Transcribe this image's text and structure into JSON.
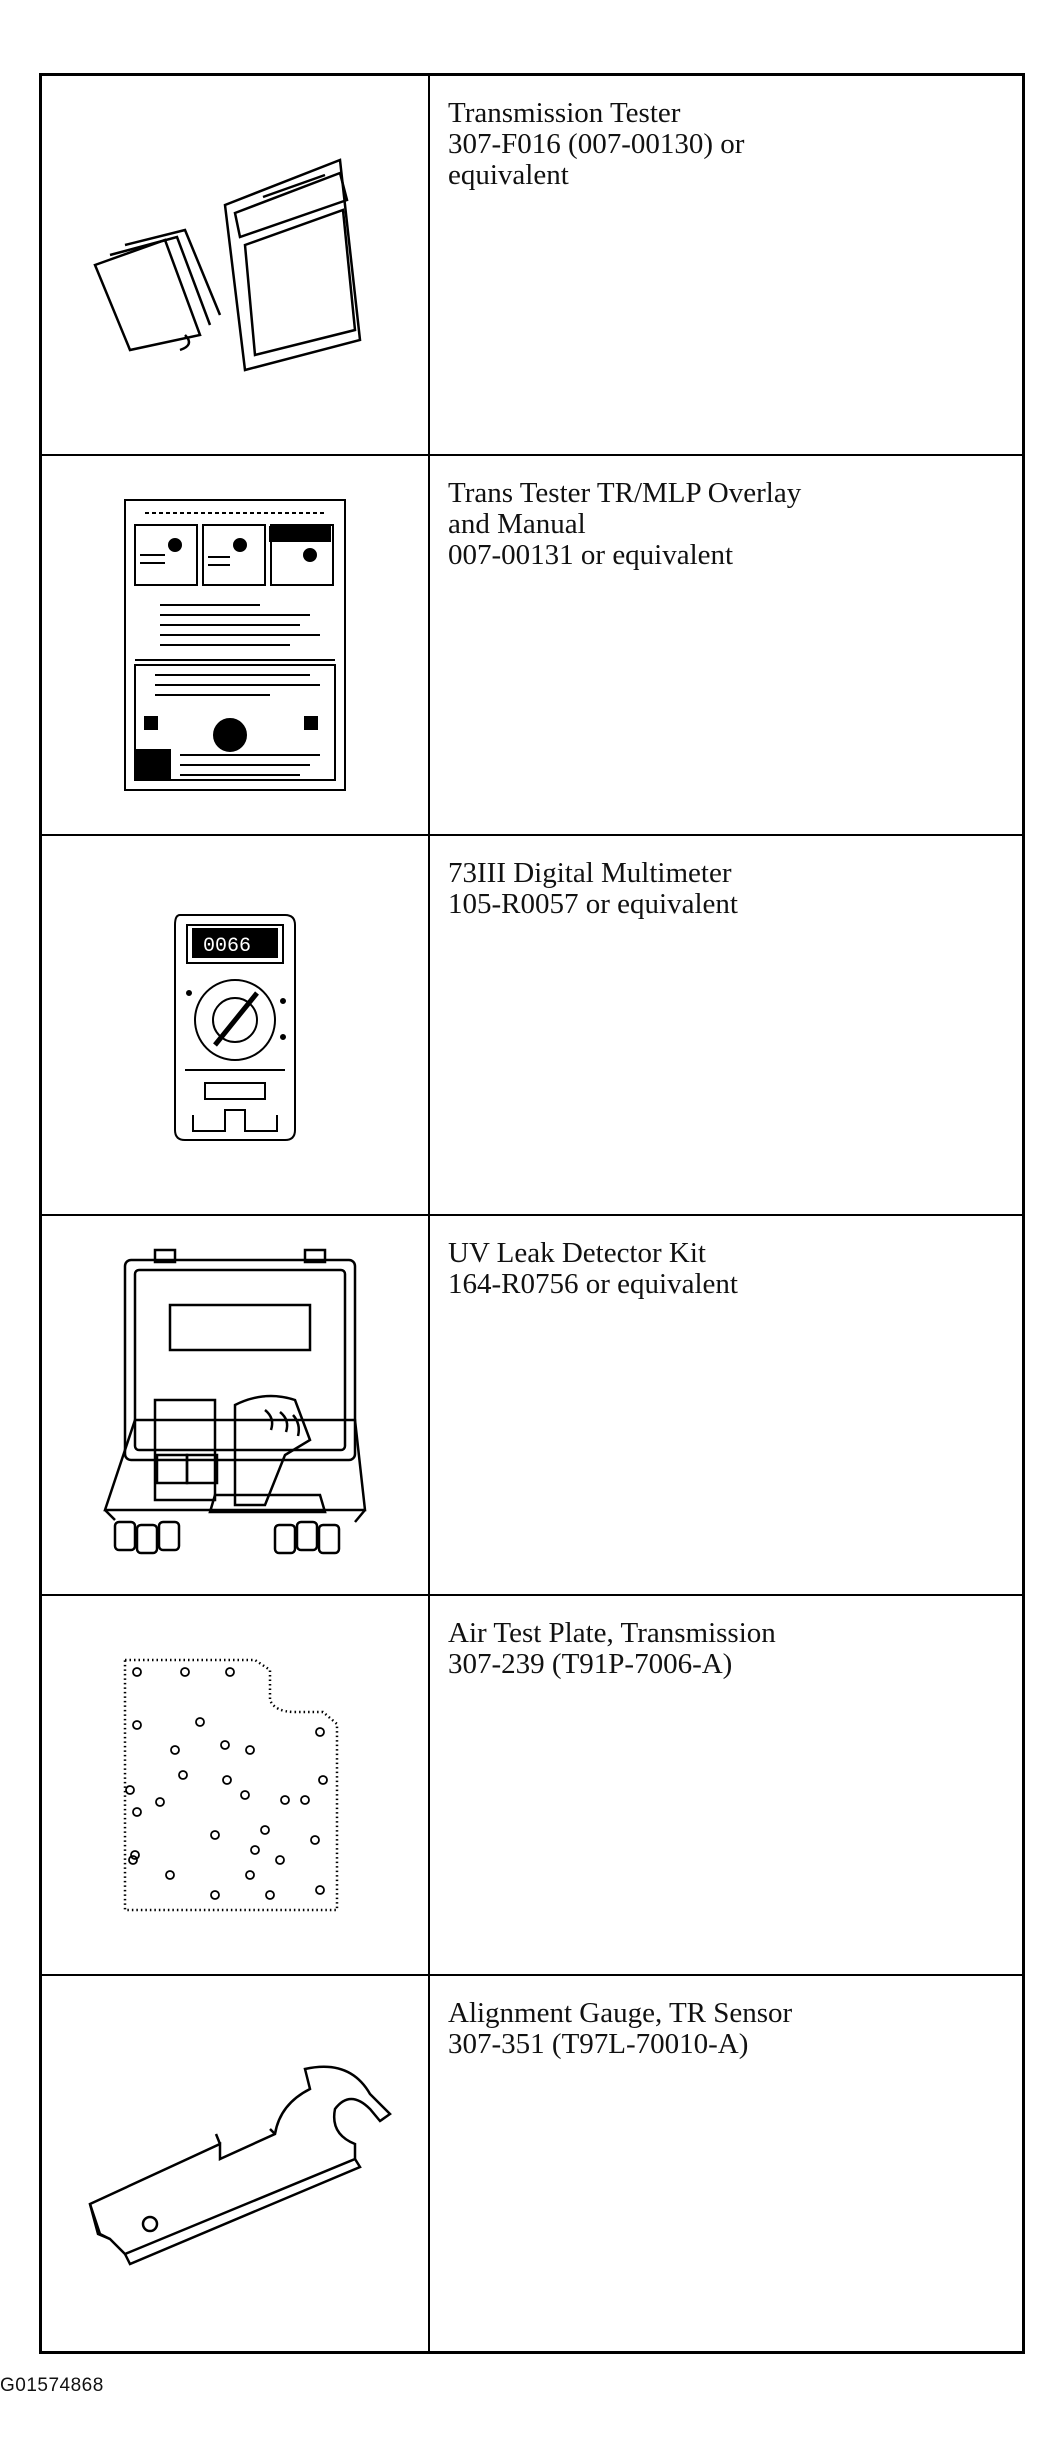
{
  "tools": [
    {
      "name": "Transmission Tester",
      "lines": [
        "Transmission Tester",
        "307-F016 (007-00130) or",
        "equivalent"
      ],
      "icon": "transmission-tester-illustration"
    },
    {
      "name": "Trans Tester TR/MLP Overlay and Manual",
      "lines": [
        "Trans Tester TR/MLP Overlay",
        "and Manual",
        "007-00131 or equivalent"
      ],
      "icon": "overlay-manual-illustration"
    },
    {
      "name": "73III Digital Multimeter",
      "lines": [
        "73III Digital Multimeter",
        "105-R0057 or equivalent"
      ],
      "icon": "multimeter-illustration"
    },
    {
      "name": "UV Leak Detector Kit",
      "lines": [
        "UV Leak Detector Kit",
        "164-R0756 or equivalent"
      ],
      "icon": "uv-leak-kit-illustration"
    },
    {
      "name": "Air Test Plate, Transmission",
      "lines": [
        "Air Test Plate, Transmission",
        "307-239 (T91P-7006-A)"
      ],
      "icon": "air-test-plate-illustration"
    },
    {
      "name": "Alignment Gauge, TR Sensor",
      "lines": [
        "Alignment Gauge, TR Sensor",
        "307-351 (T97L-70010-A)"
      ],
      "icon": "alignment-gauge-illustration"
    }
  ],
  "figure_code": "G01574868",
  "colors": {
    "line": "#000000",
    "background": "#ffffff"
  }
}
